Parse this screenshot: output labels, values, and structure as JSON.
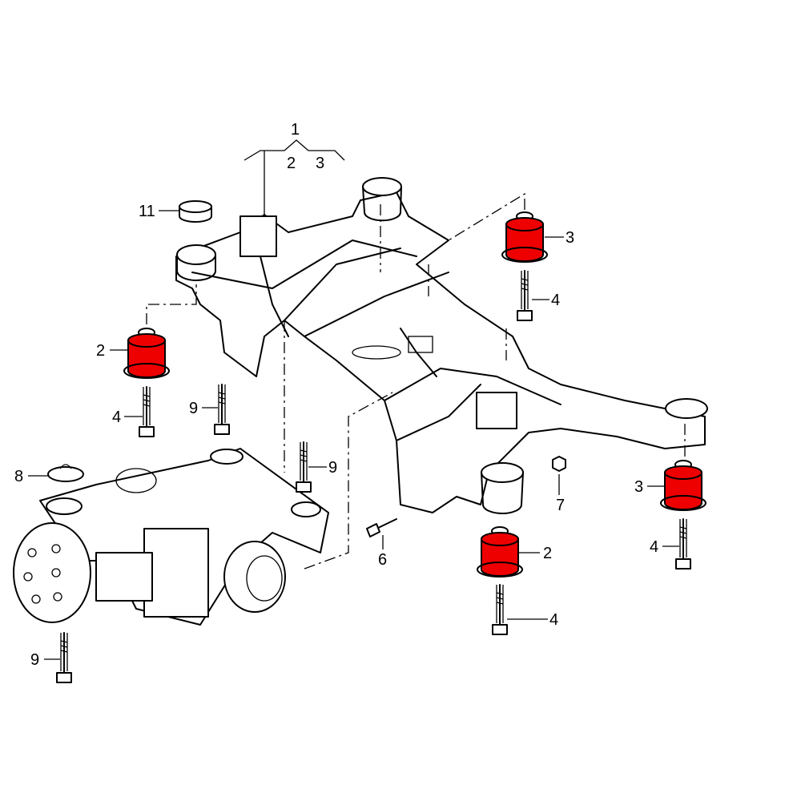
{
  "diagram": {
    "highlight_color": "#ee0000",
    "callouts": {
      "assembly": "1",
      "group_2": "2",
      "group_3": "3",
      "cap": "11",
      "bush_rear_left": "2",
      "bush_rear_right": "2",
      "bush_front_left": "3",
      "bush_front_right": "3",
      "bolt_a": "4",
      "bolt_b": "4",
      "bolt_c": "4",
      "bolt_d": "4",
      "bolt_diff_top": "9",
      "bolt_diff_mid": "9",
      "bolt_diff_bottom": "9",
      "washer": "8",
      "nut": "7",
      "bolt_small": "6"
    }
  }
}
